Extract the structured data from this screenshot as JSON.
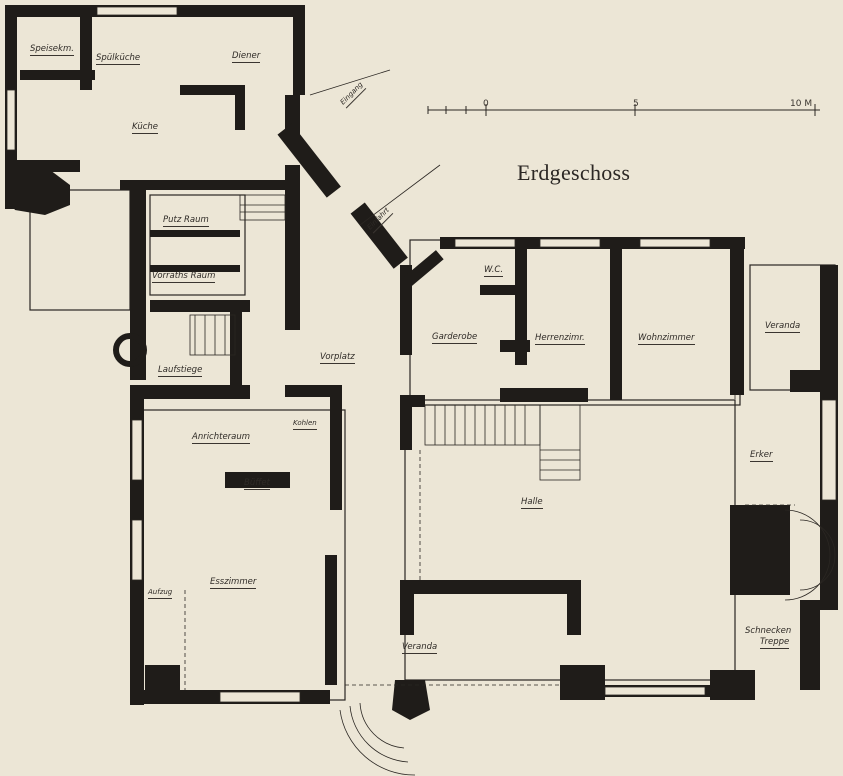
{
  "title": "Erdgeschoss",
  "scale": {
    "zero": "0",
    "mid": "5",
    "end": "10 M"
  },
  "rooms": {
    "speisekammer": "Speisekm.",
    "spuelkueche": "Spülküche",
    "diener": "Diener",
    "kueche": "Küche",
    "putzraum": "Putz Raum",
    "vorrathsraum": "Vorraths Raum",
    "vorplatz": "Vorplatz",
    "laufstiege": "Laufstiege",
    "anrichte": "Anrichteraum",
    "buffet": "Büffet",
    "esszimmer": "Esszimmer",
    "wc": "W.C.",
    "garderobe": "Garderobe",
    "herrenzimmer": "Herrenzimr.",
    "wohnzimmer": "Wohnzimmer",
    "veranda_east": "Veranda",
    "erker": "Erker",
    "halle": "Halle",
    "veranda_south": "Veranda",
    "schnecken_1": "Schnecken",
    "schnecken_2": "Treppe",
    "aufzug": "Aufzug",
    "kohlen": "Kohlen",
    "eingang": "Eingang",
    "einfahrt": "Einfahrt"
  },
  "colors": {
    "paper": "#ece6d6",
    "ink": "#2a2622",
    "wall": "#1f1c19"
  }
}
